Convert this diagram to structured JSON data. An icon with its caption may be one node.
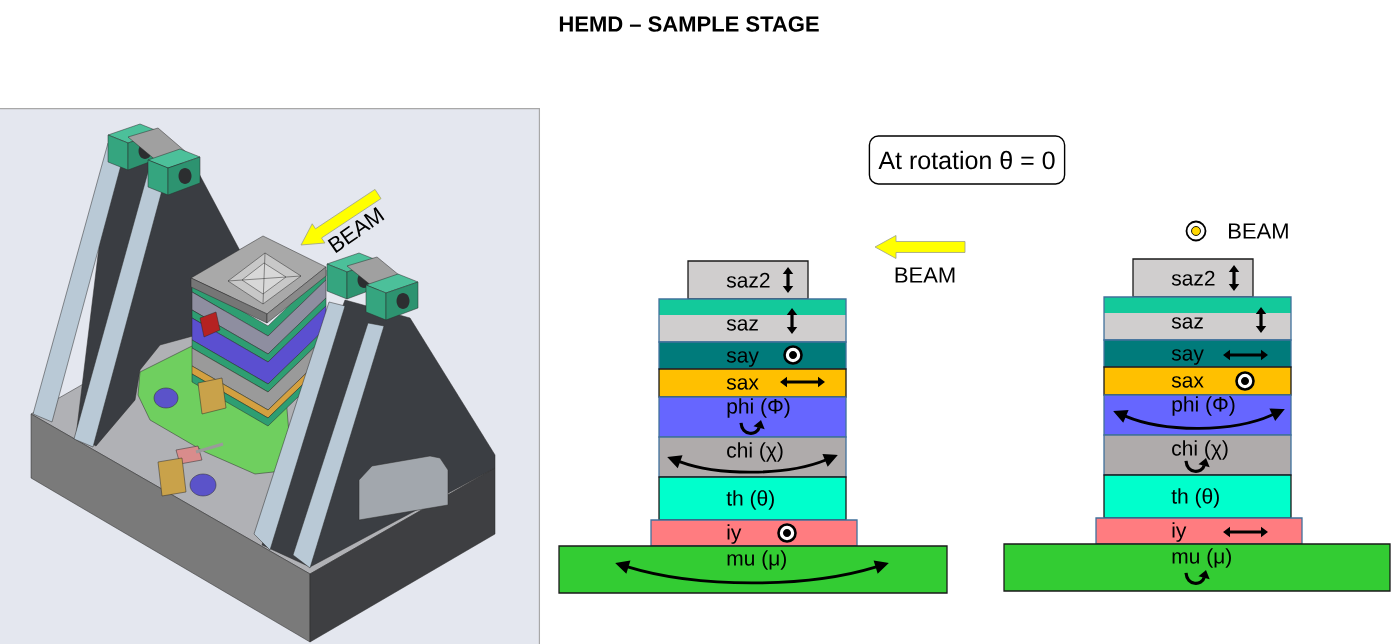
{
  "diagram": {
    "title": "HEMD – SAMPLE STAGE",
    "nodes": [
      {
        "text": [
          "At rotation θ = 0"
        ]
      },
      {
        "text": [
          "saz2"
        ]
      },
      {
        "text": [
          "saz"
        ]
      },
      {
        "text": [
          "say"
        ]
      },
      {
        "text": [
          "sax"
        ]
      },
      {
        "text": [
          "phi (Φ)"
        ]
      },
      {
        "text": [
          "chi (χ)"
        ]
      },
      {
        "text": [
          "th (θ)"
        ]
      },
      {
        "text": [
          "iy"
        ]
      },
      {
        "text": [
          "mu (μ)"
        ]
      },
      {
        "text": [
          "saz2"
        ]
      },
      {
        "text": [
          "saz"
        ]
      },
      {
        "text": [
          "say"
        ]
      },
      {
        "text": [
          "sax"
        ]
      },
      {
        "text": [
          "phi (Φ)"
        ]
      },
      {
        "text": [
          "chi (χ)"
        ]
      },
      {
        "text": [
          "th (θ)"
        ]
      },
      {
        "text": [
          "iy"
        ]
      },
      {
        "text": [
          "mu (μ)"
        ]
      }
    ],
    "labels": [
      "BEAM",
      "BEAM",
      "BEAM"
    ]
  }
}
